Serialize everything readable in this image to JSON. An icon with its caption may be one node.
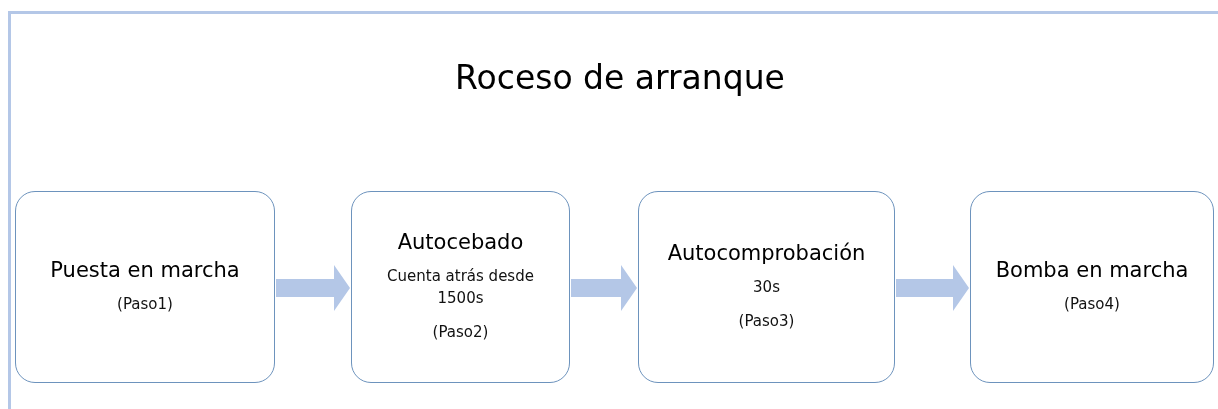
{
  "diagram": {
    "title": "Roceso de arranque",
    "nodes": [
      {
        "text": [
          "Puesta en marcha",
          "(Paso1)"
        ]
      },
      {
        "text": [
          "Autocebado",
          "Cuenta atrás desde 1500s",
          "(Paso2)"
        ]
      },
      {
        "text": [
          "Autocomprobación",
          "30s",
          "(Paso3)"
        ]
      },
      {
        "text": [
          "Bomba en marcha",
          "(Paso4)"
        ]
      }
    ],
    "edges": [
      {
        "from": 0,
        "to": 1,
        "arrow": "to"
      },
      {
        "from": 1,
        "to": 2,
        "arrow": "to"
      },
      {
        "from": 2,
        "to": 3,
        "arrow": "to"
      }
    ]
  }
}
